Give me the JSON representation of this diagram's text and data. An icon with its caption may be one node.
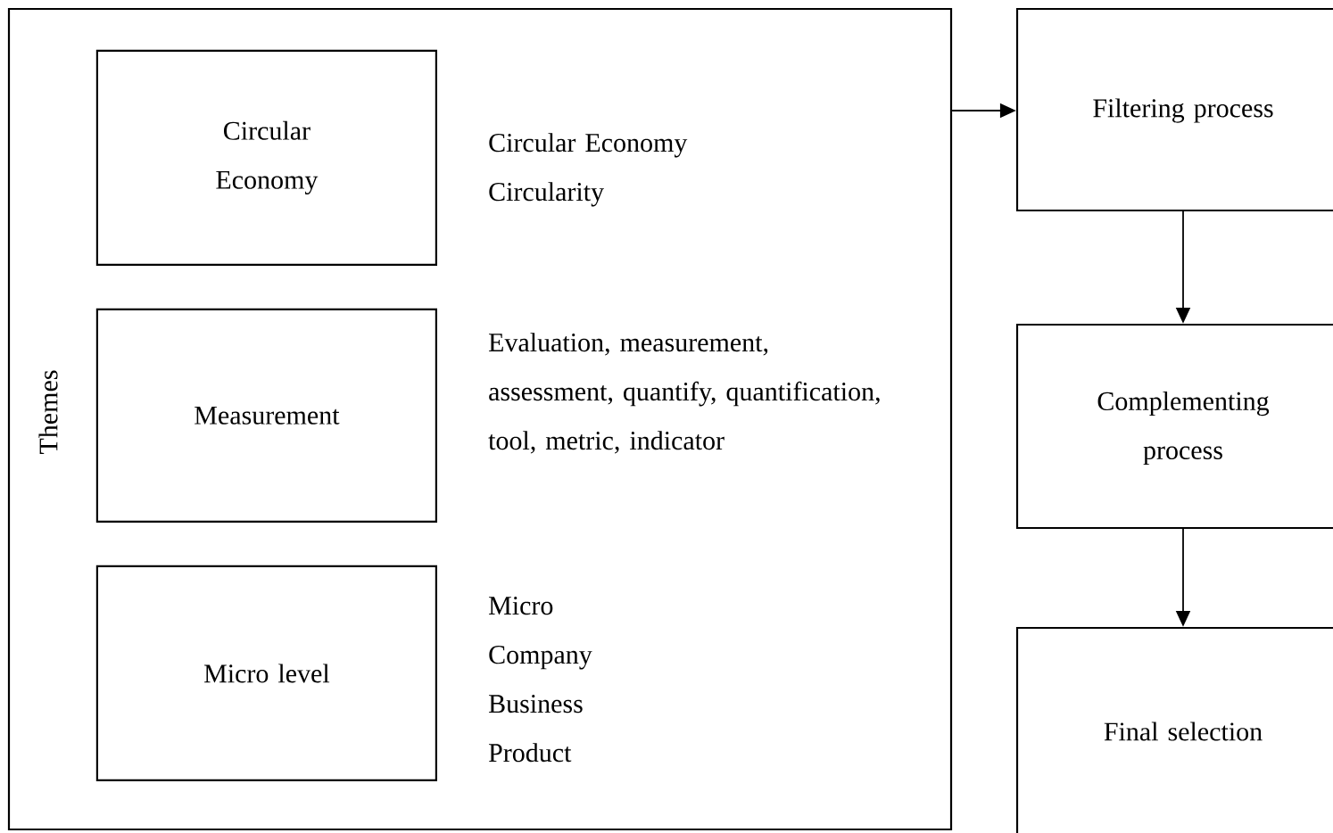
{
  "diagram": {
    "nodes": [
      {
        "text": [
          "Themes"
        ]
      },
      {
        "text": [
          "Circular Economy"
        ],
        "in": 0,
        "beside": [
          "Circular Economy",
          "Circularity"
        ]
      },
      {
        "text": [
          "Measurement"
        ],
        "in": 0,
        "beside": [
          "Evaluation, measurement, assessment, quantify, quantification, tool, metric, indicator"
        ]
      },
      {
        "text": [
          "Micro level"
        ],
        "in": 0,
        "beside": [
          "Micro",
          "Company",
          "Business",
          "Product"
        ]
      },
      {
        "text": [
          "Filtering process"
        ]
      },
      {
        "text": [
          "Complementing process"
        ]
      },
      {
        "text": [
          "Final selection"
        ]
      }
    ],
    "edges": [
      {
        "from": 0,
        "to": 4,
        "arrow": "to"
      },
      {
        "from": 4,
        "to": 5,
        "arrow": "to"
      },
      {
        "from": 5,
        "to": 6,
        "arrow": "to"
      }
    ]
  }
}
